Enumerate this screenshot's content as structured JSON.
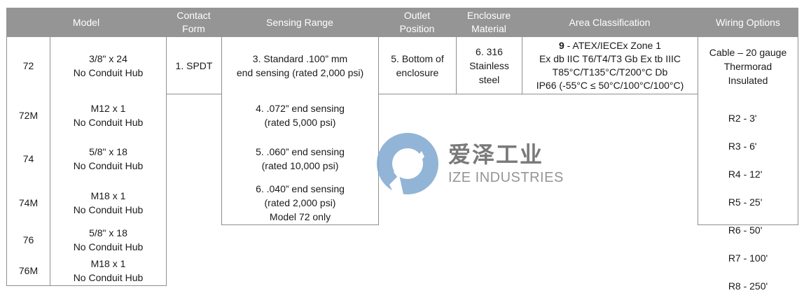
{
  "table": {
    "headers": {
      "model": "Model",
      "contact_form": "Contact\nForm",
      "sensing_range": "Sensing Range",
      "outlet_position": "Outlet\nPosition",
      "enclosure_material": "Enclosure\nMaterial",
      "area_classification": "Area Classification",
      "wiring_options": "Wiring Options"
    },
    "models": [
      {
        "code": "72",
        "description": "3/8\" x 24\nNo Conduit Hub"
      },
      {
        "code": "72M",
        "description": "M12 x 1\nNo Conduit Hub"
      },
      {
        "code": "74",
        "description": "5/8\" x 18\nNo Conduit Hub"
      },
      {
        "code": "74M",
        "description": "M18 x 1\nNo Conduit Hub"
      },
      {
        "code": "76",
        "description": "5/8\" x 18\nNo Conduit Hub"
      },
      {
        "code": "76M",
        "description": "M18 x 1\nNo Conduit Hub"
      }
    ],
    "contact_form": "1. SPDT",
    "sensing_ranges": [
      "3. Standard .100” mm\nend sensing  (rated 2,000 psi)",
      "4. .072” end sensing\n(rated 5,000 psi)",
      "5. .060” end sensing\n(rated 10,000 psi)",
      "6. .040” end sensing\n(rated 2,000 psi)\nModel 72 only"
    ],
    "outlet_position": "5. Bottom of\nenclosure",
    "enclosure_material": "6. 316\nStainless\nsteel",
    "area_classification": {
      "code": "9",
      "title": " - ATEX/IECEx Zone 1",
      "lines": "Ex db IIC T6/T4/T3 Gb Ex tb IIIC\nT85°C/T135°C/T200°C Db\nIP66 (-55°C ≤ 50°C/100°C/100°C)"
    },
    "wiring": {
      "description": "Cable – 20 gauge\nThermorad\nInsulated",
      "options": [
        "R2 - 3'",
        "R3 - 6'",
        "R4 - 12'",
        "R5 - 25'",
        "R6 - 50'",
        "R7 - 100'",
        "R8 - 250'"
      ]
    }
  },
  "watermark": {
    "cn": "爱泽工业",
    "en": "IZE INDUSTRIES",
    "logo_color": "#7fa8d0"
  },
  "colors": {
    "header_bg": "#959595",
    "header_text": "#ffffff",
    "border": "#8f8f8f"
  }
}
